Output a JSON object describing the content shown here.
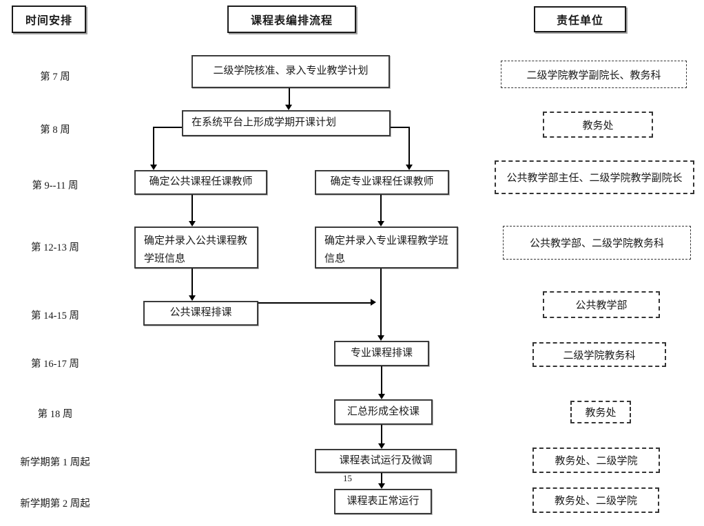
{
  "headers": {
    "time": "时间安排",
    "process": "课程表编排流程",
    "unit": "责任单位"
  },
  "time_labels": [
    "第 7 周",
    "第 8 周",
    "第 9--11 周",
    "第 12-13 周",
    "第 14-15 周",
    "第 16-17 周",
    "第 18 周",
    "新学期第 1 周起",
    "新学期第 2 周起"
  ],
  "process_steps": [
    "二级学院核准、录入专业教学计划",
    "在系统平台上形成学期开课计划",
    "确定公共课程任课教师",
    "确定专业课程任课教师",
    "确定并录入公共课程教学班信息",
    "确定并录入专业课程教学班信息",
    "公共课程排课",
    "专业课程排课",
    "汇总形成全校课",
    "课程表试运行及微调",
    "课程表正常运行"
  ],
  "responsible_units": [
    "二级学院教学副院长、教务科",
    "教务处",
    "公共教学部主任、二级学院教学副院长",
    "公共教学部、二级学院教务科",
    "公共教学部",
    "二级学院教务科",
    "教务处",
    "教务处、二级学院",
    "教务处、二级学院"
  ],
  "page_number": "15",
  "colors": {
    "background": "#ffffff",
    "line": "#000000",
    "box_border": "#3a3a3a",
    "text": "#1a1a1a"
  }
}
